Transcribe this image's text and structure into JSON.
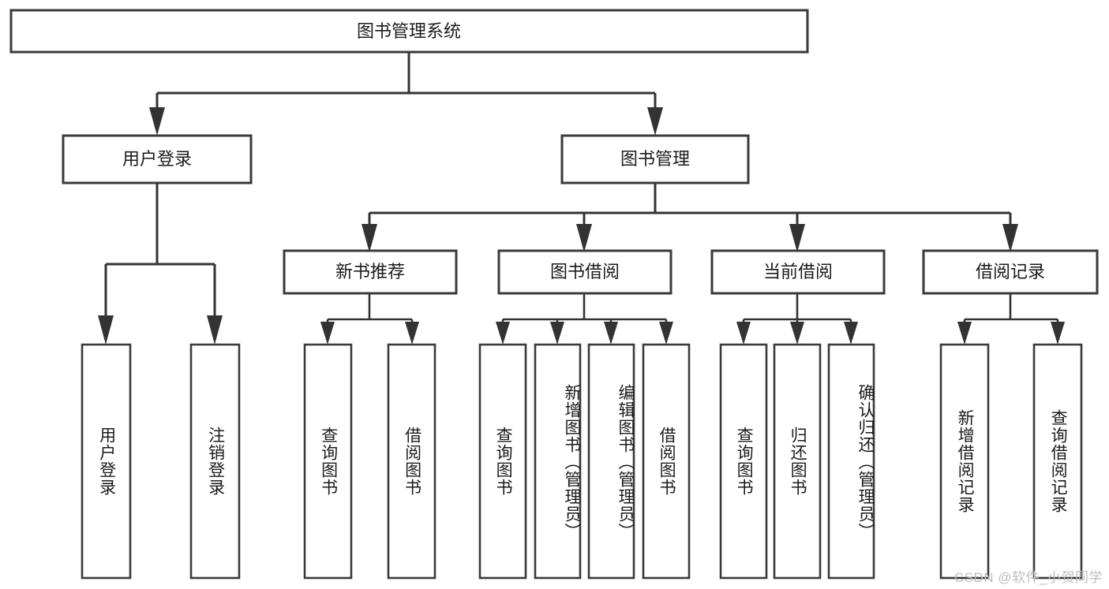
{
  "diagram": {
    "type": "tree",
    "title": "图书管理系统",
    "orientation": "top-down",
    "root": {
      "id": "root",
      "label": "图书管理系统"
    },
    "level1": [
      {
        "id": "user-login",
        "label": "用户登录"
      },
      {
        "id": "book-manage",
        "label": "图书管理"
      }
    ],
    "level2": [
      {
        "id": "new-book-rec",
        "label": "新书推荐",
        "parent": "book-manage"
      },
      {
        "id": "book-borrow",
        "label": "图书借阅",
        "parent": "book-manage"
      },
      {
        "id": "current-borrow",
        "label": "当前借阅",
        "parent": "book-manage"
      },
      {
        "id": "borrow-record",
        "label": "借阅记录",
        "parent": "book-manage"
      }
    ],
    "leaves": {
      "user-login": [
        {
          "id": "leaf-user-login",
          "label": "用户登录"
        },
        {
          "id": "leaf-logout",
          "label": "注销登录"
        }
      ],
      "new-book-rec": [
        {
          "id": "leaf-query-book-1",
          "label": "查询图书"
        },
        {
          "id": "leaf-borrow-book-1",
          "label": "借阅图书"
        }
      ],
      "book-borrow": [
        {
          "id": "leaf-query-book-2",
          "label": "查询图书"
        },
        {
          "id": "leaf-add-book",
          "label": "新增图书（管理员）"
        },
        {
          "id": "leaf-edit-book",
          "label": "编辑图书（管理员）"
        },
        {
          "id": "leaf-borrow-book-2",
          "label": "借阅图书"
        }
      ],
      "current-borrow": [
        {
          "id": "leaf-query-book-3",
          "label": "查询图书"
        },
        {
          "id": "leaf-return-book",
          "label": "归还图书"
        },
        {
          "id": "leaf-confirm-return",
          "label": "确认归还（管理员）"
        }
      ],
      "borrow-record": [
        {
          "id": "leaf-add-record",
          "label": "新增借阅记录"
        },
        {
          "id": "leaf-query-record",
          "label": "查询借阅记录"
        }
      ]
    }
  },
  "watermark": {
    "text": "CSDN @软件_小贺同学"
  },
  "colors": {
    "box_stroke": "#3a3a3a",
    "connector": "#333333",
    "text": "#1b1b1b",
    "background": "#ffffff",
    "watermark": "#bfbfbf"
  }
}
